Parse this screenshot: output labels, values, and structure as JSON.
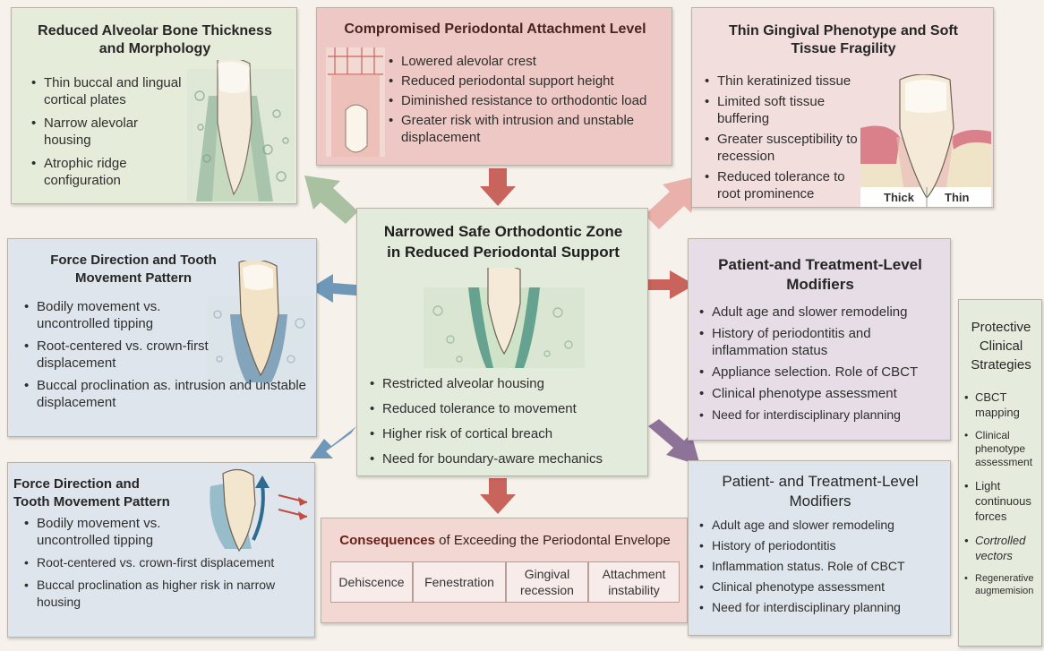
{
  "center": {
    "title_line1": "Narrowed Safe Orthodontic Zone",
    "title_line2": "in Reduced Periodontal Support",
    "items": [
      "Restricted alveolar housing",
      "Reduced tolerance to movement",
      "Higher risk of cortical breach",
      "Need for boundary-aware mechanics"
    ]
  },
  "bone": {
    "title_line1": "Reduced Alveolar Bone Thickness",
    "title_line2": "and Morphology",
    "items": [
      "Thin buccal and lingual cortical plates",
      "Narrow alevolar housing",
      "Atrophic ridge configuration"
    ]
  },
  "attachment": {
    "title": "Compromised Periodontal Attachment Level",
    "items": [
      "Lowered alevolar crest",
      "Reduced periodontal support height",
      "Diminished resistance to orthodontic load",
      "Greater risk with intrusion and unstable displacement"
    ]
  },
  "gingival": {
    "title_line1": "Thin Gingival Phenotype and Soft",
    "title_line2": "Tissue Fragility",
    "items": [
      "Thin keratinized tissue",
      "Limited soft tissue buffering",
      "Greater susceptibility to recession",
      "Reduced tolerance to root prominence"
    ],
    "label_thick": "Thick",
    "label_thin": "Thin"
  },
  "force1": {
    "title_line1": "Force Direction and Tooth",
    "title_line2": "Movement Pattern",
    "items": [
      "Bodily movement vs. uncontrolled tipping",
      "Root-centered vs. crown-first displacement",
      "Buccal proclination as. intrusion and unstable displacement"
    ]
  },
  "force2": {
    "title_line1": "Force Direction and",
    "title_line2": "Tooth Movement Pattern",
    "items": [
      "Bodily movement vs. uncontrolled tipping",
      "Root-centered vs. crown-first displacement",
      "Buccal proclination as higher risk in narrow housing"
    ]
  },
  "patient1": {
    "title_line1": "Patient-and Treatment-Level",
    "title_line2": "Modifiers",
    "items": [
      "Adult age and slower remodeling",
      "History of periodontitis and inflammation status",
      "Appliance selection. Role of CBCT",
      "Clinical phenotype assessment",
      "Need for interdisciplinary planning"
    ]
  },
  "patient2": {
    "title_line1": "Patient- and Treatment-Level",
    "title_line2": "Modifiers",
    "items": [
      "Adult age and slower remodeling",
      "History of periodontitis",
      "Inflammation status. Role of CBCT",
      "Clinical phenotype assessment",
      "Need for interdisciplinary planning"
    ]
  },
  "consequences": {
    "title_bold": "Consequences",
    "title_rest": "of Exceeding the Periodontal Envelope",
    "cells": [
      "Dehiscence",
      "Fenestration",
      "Gingival recession",
      "Attachment instability"
    ]
  },
  "protective": {
    "title_line1": "Protective",
    "title_line2": "Clinical",
    "title_line3": "Strategies",
    "items": [
      "CBCT mapping",
      "Clinical phenotype assessment",
      "Light continuous forces",
      "Cortrolled vectors",
      "Regenerative augmemision"
    ]
  },
  "colors": {
    "green_box": "#e6ecda",
    "red_box": "#eec8c4",
    "blue_box": "#dfe5ec",
    "purple_box": "#e6dde6",
    "center_box": "#e3ebdc",
    "arrow_red": "#c9645c",
    "arrow_green": "#9bb894",
    "arrow_blue": "#6f97b8",
    "arrow_purple": "#8e7399",
    "arrow_pink": "#e9aaa3"
  }
}
